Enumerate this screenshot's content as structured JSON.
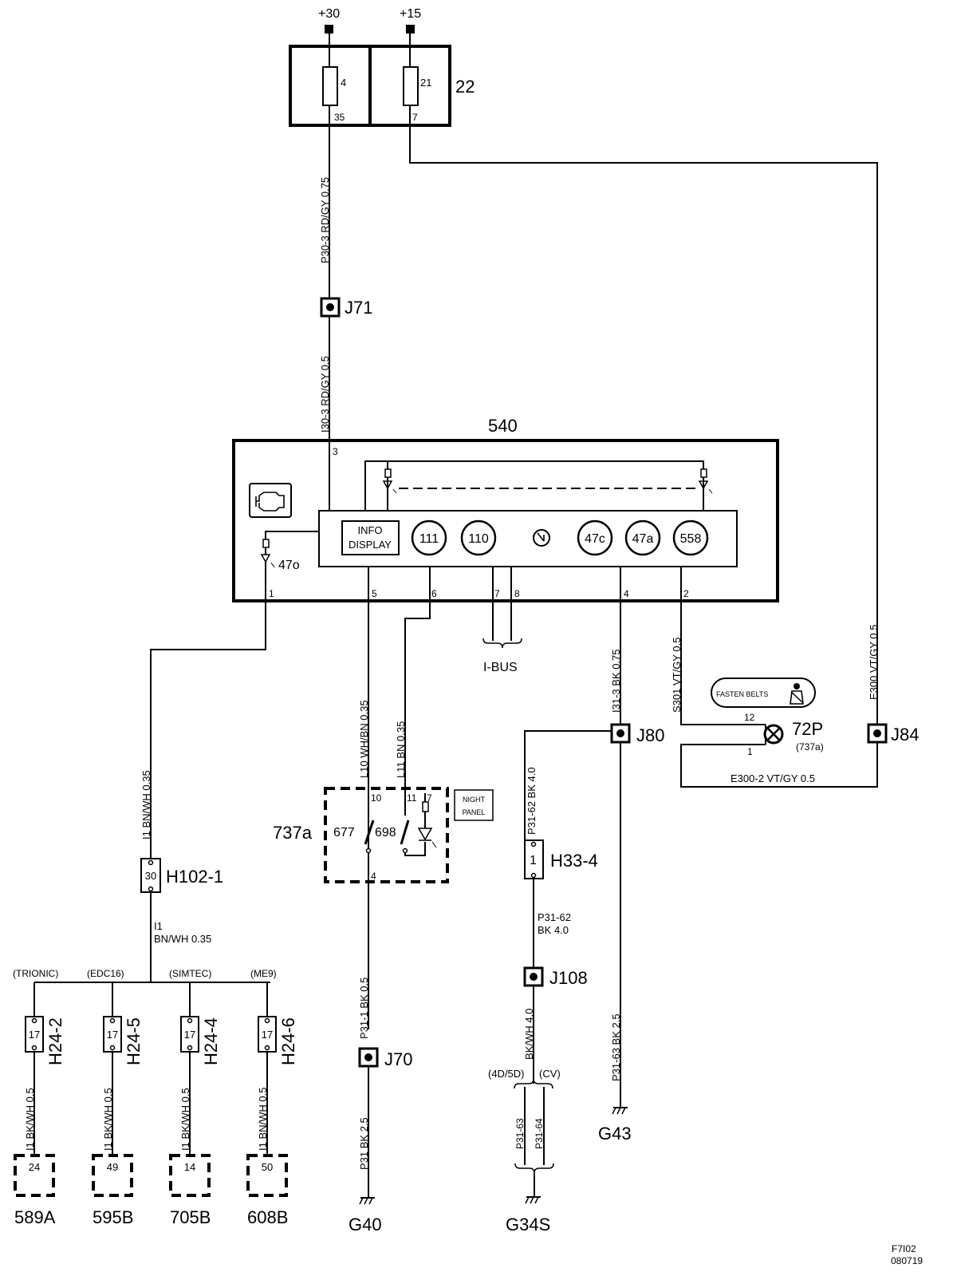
{
  "diagram": {
    "supply": {
      "plus30": "+30",
      "plus15": "+15"
    },
    "fusebox": {
      "label": "22",
      "fuse_a": "4",
      "fuse_a_pin": "35",
      "fuse_b": "21",
      "fuse_b_pin": "7"
    },
    "wires": {
      "p30_3": "P30-3  RD/GY 0.75",
      "i30_3": "I30-3  RD/GY 0.5",
      "e300": "E300  VT/GY 0.5",
      "s301": "S301  VT/GY  0.5",
      "i31_3": "I31-3  BK  0.75",
      "l10": "L10  WH/BN 0.35",
      "l11": "L11  BN  0.35",
      "i1_vert": "I1  BN/WH 0.35",
      "i1_a": "I1",
      "i1_b": "BN/WH 0.35",
      "p31_62_vert": "P31-62  BK  4.0",
      "p31_62_a": "P31-62",
      "p31_62_b": "BK   4.0",
      "bkwh4": "BK/WH 4.0",
      "p31_1": "P31-1  BK  0.5",
      "p31": "P31  BK  2.5",
      "p31_63": "P31-63  BK  2.5",
      "p31_63_s": "P31-63",
      "p31_64_s": "P31-64",
      "e300_2": "E300-2  VT/GY  0.5",
      "h24_2": "I1 BK/WH  0.5",
      "h24_5": "I1 BK/WH  0.5",
      "h24_4": "I1 BK/WH  0.5",
      "h24_6": "I1 BN/WH  0.5"
    },
    "connectors": {
      "j71": "J71",
      "j84": "J84",
      "j80": "J80",
      "j70": "J70",
      "j108": "J108",
      "h102": "H102-1",
      "h102_pin": "30",
      "h33": "H33-4",
      "h33_pin": "1"
    },
    "unit540": {
      "label": "540",
      "pins": {
        "p3": "3",
        "p1": "1",
        "p5": "5",
        "p6": "6",
        "p7": "7",
        "p8": "8",
        "p4": "4",
        "p2": "2"
      },
      "info_line1": "INFO",
      "info_line2": "DISPLAY",
      "circles": [
        "111",
        "110",
        "47c",
        "47a",
        "558"
      ],
      "lamp": "47o"
    },
    "ibus": "I-BUS",
    "indicator": {
      "label": "72P",
      "sub": "(737a)",
      "pin12": "12",
      "pin1": "1",
      "fasten": "FASTEN BELTS"
    },
    "panel737a": {
      "label": "737a",
      "p10": "10",
      "p11": "11",
      "p7": "7",
      "p4": "4",
      "s677": "677",
      "s698": "698",
      "night1": "NIGHT",
      "night2": "PANEL"
    },
    "branch": {
      "trionic": "(TRIONIC)",
      "edc16": "(EDC16)",
      "simtec": "(SIMTEC)",
      "me9": "(ME9)"
    },
    "h24": [
      {
        "label": "H24-2",
        "pin": "17",
        "conn": "24",
        "ecu": "589A"
      },
      {
        "label": "H24-5",
        "pin": "17",
        "conn": "49",
        "ecu": "595B"
      },
      {
        "label": "H24-4",
        "pin": "17",
        "conn": "14",
        "ecu": "705B"
      },
      {
        "label": "H24-6",
        "pin": "17",
        "conn": "50",
        "ecu": "608B"
      }
    ],
    "grounds": {
      "g40": "G40",
      "g34s": "G34S",
      "g43": "G43",
      "v4d": "(4D/5D)",
      "vcv": "(CV)"
    },
    "footer": {
      "code": "F7I02",
      "date": "080719"
    }
  }
}
